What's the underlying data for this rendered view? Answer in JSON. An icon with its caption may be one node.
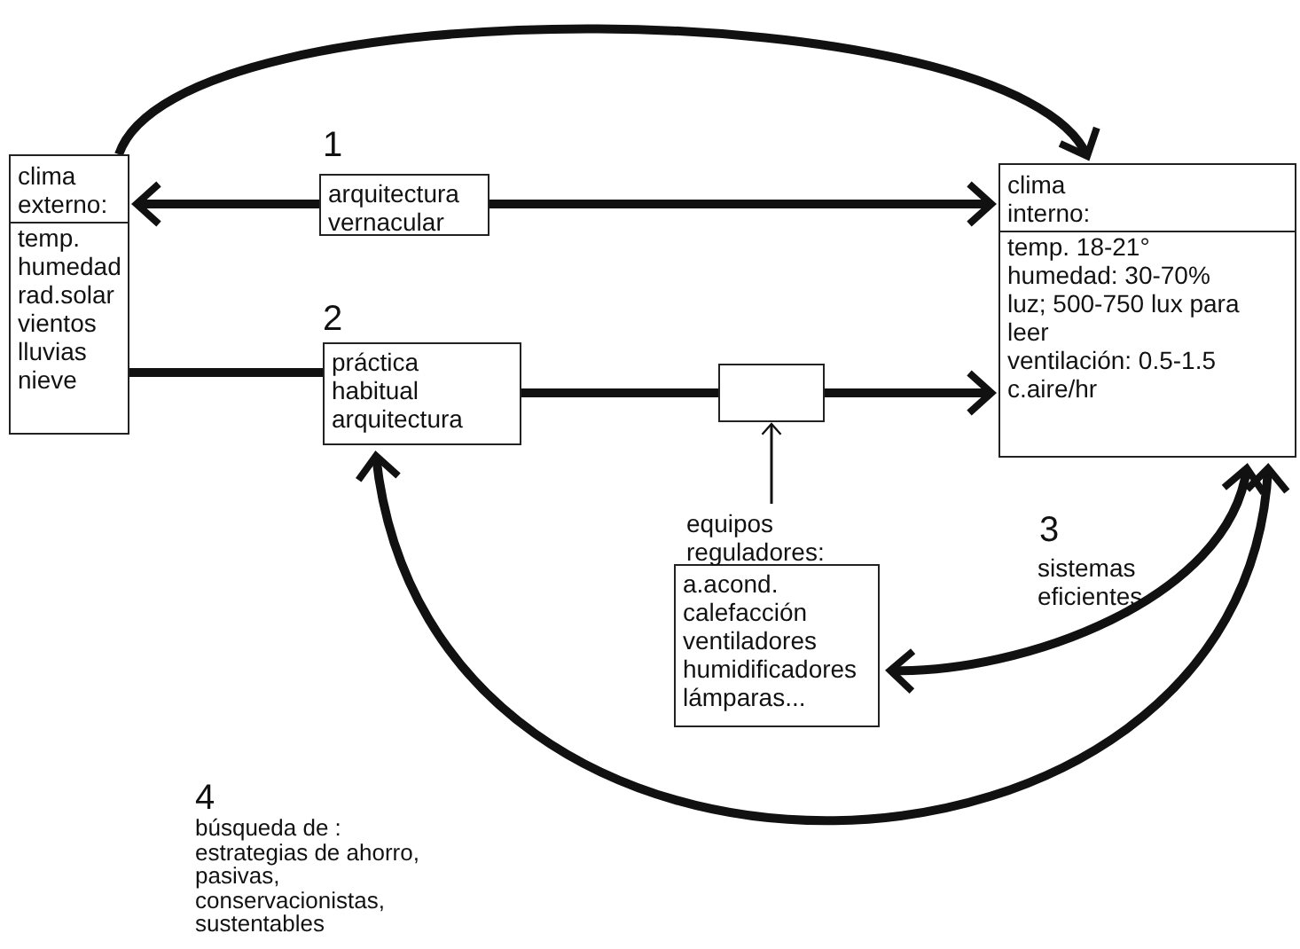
{
  "diagram": {
    "nodes": [
      {
        "text": [
          "clima externo:",
          "temp.",
          "humedad",
          "rad.solar",
          "vientos",
          "lluvias",
          "nieve"
        ]
      },
      {
        "text": [
          "arquitectura vernacular"
        ],
        "beside": [
          "1"
        ]
      },
      {
        "text": [
          "práctica habitual arquitectura"
        ],
        "beside": [
          "2"
        ]
      },
      {
        "text": [],
        "shape": "box"
      },
      {
        "text": [
          "clima interno:",
          "temp. 18-21°",
          "humedad: 30-70%",
          "luz; 500-750 lux para leer",
          "ventilación: 0.5-1.5 c.aire/hr"
        ]
      },
      {
        "text": [
          "equipos reguladores:",
          "a.acond.",
          "calefacción",
          "ventiladores",
          "humidificadores",
          "lámparas..."
        ]
      }
    ],
    "edges": [
      {
        "from": 0,
        "to": 4,
        "arrow": "to"
      },
      {
        "from": 1,
        "to": 0,
        "arrow": "to"
      },
      {
        "from": 1,
        "to": 4,
        "arrow": "to"
      },
      {
        "from": 0,
        "to": 2,
        "arrow": "none"
      },
      {
        "from": 2,
        "to": 3,
        "arrow": "none"
      },
      {
        "from": 3,
        "to": 4,
        "arrow": "to"
      },
      {
        "from": 5,
        "to": 3,
        "arrow": "to"
      },
      {
        "from": 4,
        "to": 5,
        "arrow": "both"
      },
      {
        "from": 4,
        "to": 2,
        "arrow": "both"
      }
    ],
    "labels": [
      "3",
      "sistemas eficientes",
      "4",
      "búsqueda de :",
      "estrategias de ahorro,",
      "pasivas,",
      "conservacionistas,",
      "sustentables"
    ]
  }
}
